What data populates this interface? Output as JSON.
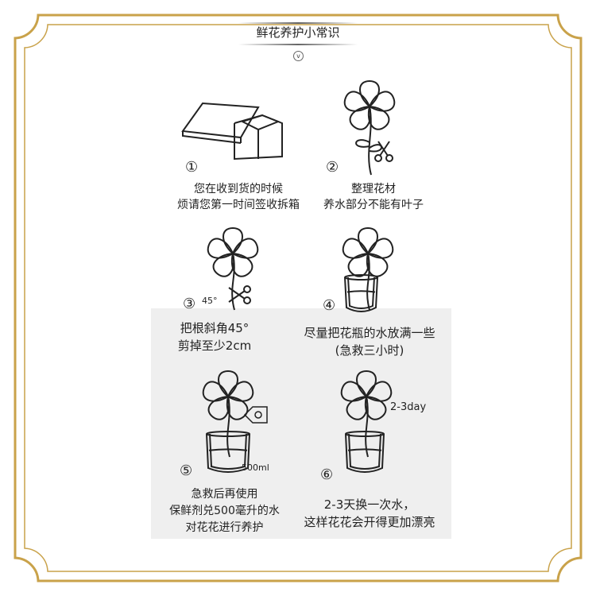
{
  "header": {
    "title": "鲜花养护小常识",
    "chevron": "chevron-down-icon"
  },
  "steps": [
    {
      "number": "①",
      "lines": [
        "您在收到货的时候",
        "烦请您第一时间签收拆箱"
      ]
    },
    {
      "number": "②",
      "lines": [
        "整理花材",
        "养水部分不能有叶子"
      ]
    },
    {
      "number": "③",
      "lines": [
        "把根斜角45°",
        "剪掉至少2cm"
      ],
      "angle_label": "45°"
    },
    {
      "number": "④",
      "lines": [
        "尽量把花瓶的水放满一些",
        "(急救三小时)"
      ]
    },
    {
      "number": "⑤",
      "lines": [
        "急救后再使用",
        "保鲜剂兑500毫升的水",
        "对花花进行养护"
      ],
      "volume_label": "500ml"
    },
    {
      "number": "⑥",
      "lines": [
        "2-3天换一次水，",
        "这样花花会开得更加漂亮"
      ],
      "interval_label": "2-3day"
    }
  ],
  "colors": {
    "frame": "#c9a24a",
    "panel": "#efefef"
  }
}
